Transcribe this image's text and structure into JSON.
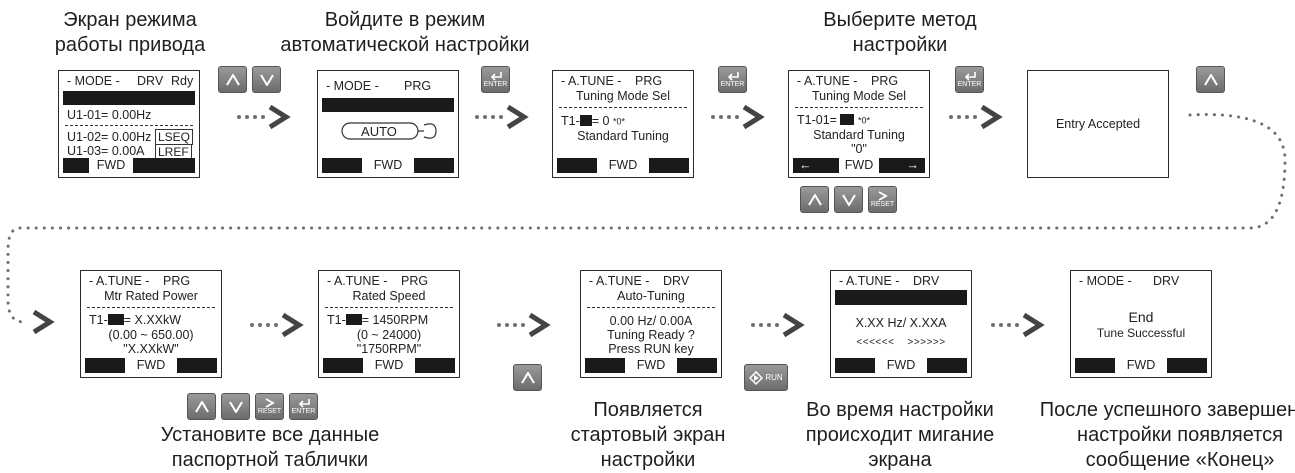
{
  "captions": {
    "c1": [
      "Экран режима",
      "работы привода"
    ],
    "c2": [
      "Войдите в режим",
      "автоматической настройки"
    ],
    "c3": [
      "Выберите метод",
      "настройки"
    ],
    "c4": [
      "Установите все данные",
      "паспортной таблички"
    ],
    "c5": [
      "Появляется",
      "стартовый экран",
      "настройки"
    ],
    "c6": [
      "Во время настройки",
      "происходит мигание",
      "экрана"
    ],
    "c7": [
      "После успешного завершения",
      "настройки появляется",
      "сообщение «Конец»"
    ]
  },
  "screens": {
    "s1": {
      "title": "- MODE -",
      "status1": "DRV",
      "status2": "Rdy",
      "line1": "U1-01= 0.00Hz",
      "line2": "U1-02= 0.00Hz",
      "line3": "U1-03= 0.00A",
      "tag1": "LSEQ",
      "tag2": "LREF",
      "foot": "FWD"
    },
    "s2": {
      "title": "- MODE -",
      "status": "PRG",
      "auto": "AUTO",
      "foot": "FWD"
    },
    "s3": {
      "title": "- A.TUNE -",
      "status": "PRG",
      "sub": "Tuning Mode Sel",
      "param": "T1-",
      "val": "= 0",
      "flag": "*0*",
      "desc": "Standard Tuning",
      "foot": "FWD"
    },
    "s4": {
      "title": "- A.TUNE -",
      "status": "PRG",
      "sub": "Tuning Mode Sel",
      "param": "T1-01=",
      "flag": "*0*",
      "desc": "Standard Tuning",
      "code": "\"0\"",
      "left": "←",
      "foot": "FWD",
      "right": "→"
    },
    "s5": {
      "msg": "Entry Accepted"
    },
    "s6": {
      "title": "- A.TUNE -",
      "status": "PRG",
      "sub": "Mtr Rated Power",
      "param": "T1-",
      "val": "= X.XXkW",
      "range": "(0.00 ~ 650.00)",
      "def": "\"X.XXkW\"",
      "foot": "FWD"
    },
    "s7": {
      "title": "- A.TUNE -",
      "status": "PRG",
      "sub": "Rated Speed",
      "param": "T1-",
      "val": "= 1450RPM",
      "range": "(0 ~ 24000)",
      "def": "\"1750RPM\"",
      "foot": "FWD"
    },
    "s8": {
      "title": "- A.TUNE -",
      "status": "DRV",
      "sub": "Auto-Tuning",
      "l1": "0.00 Hz/ 0.00A",
      "l2": "Tuning Ready ?",
      "l3": "Press RUN key",
      "foot": "FWD"
    },
    "s9": {
      "title": "- A.TUNE -",
      "status": "DRV",
      "l1": "X.XX Hz/ X.XXA",
      "prog": "<<<<<<    >>>>>>",
      "foot": "FWD"
    },
    "s10": {
      "title": "- MODE -",
      "status": "DRV",
      "l1": "End",
      "l2": "Tune Successful",
      "foot": "FWD"
    }
  },
  "keys": {
    "enter": "ENTER",
    "reset": "RESET",
    "run": "RUN"
  }
}
